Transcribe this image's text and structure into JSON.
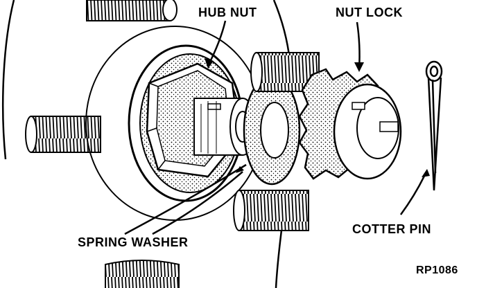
{
  "labels": {
    "hub_nut": "HUB NUT",
    "nut_lock": "NUT LOCK",
    "spring_washer": "SPRING WASHER",
    "cotter_pin": "COTTER PIN"
  },
  "figure_code": "RP1086",
  "colors": {
    "ink": "#000000",
    "paper": "#ffffff"
  }
}
